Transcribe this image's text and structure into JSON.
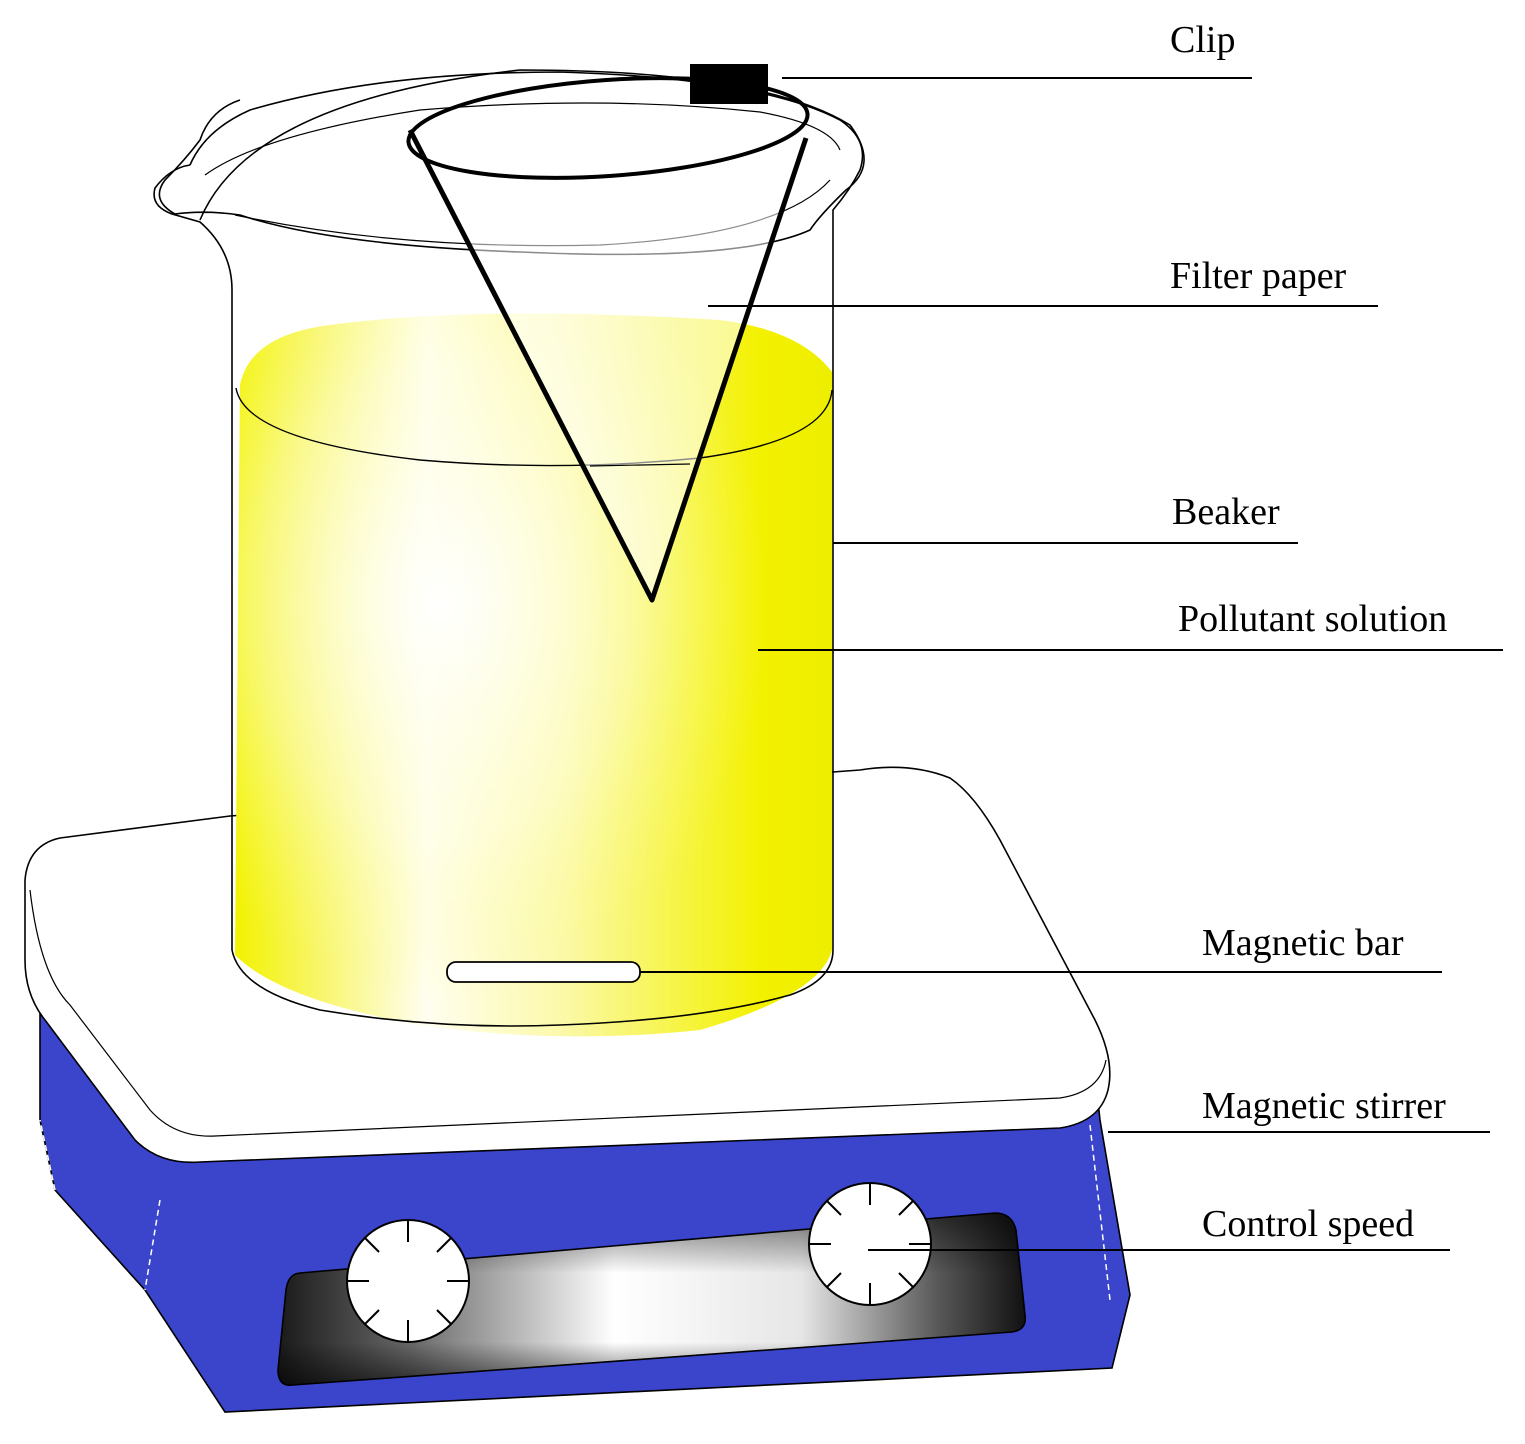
{
  "colors": {
    "solution": "#f2f200",
    "stirrer_body": "#3a45cc",
    "plate_top": "#ffffff",
    "outline": "#000000",
    "clip": "#000000"
  },
  "labels": {
    "clip": "Clip",
    "filter_paper": "Filter paper",
    "beaker": "Beaker",
    "pollutant_solution": "Pollutant solution",
    "magnetic_bar": "Magnetic bar",
    "magnetic_stirrer": "Magnetic stirrer",
    "control_speed": "Control speed"
  }
}
